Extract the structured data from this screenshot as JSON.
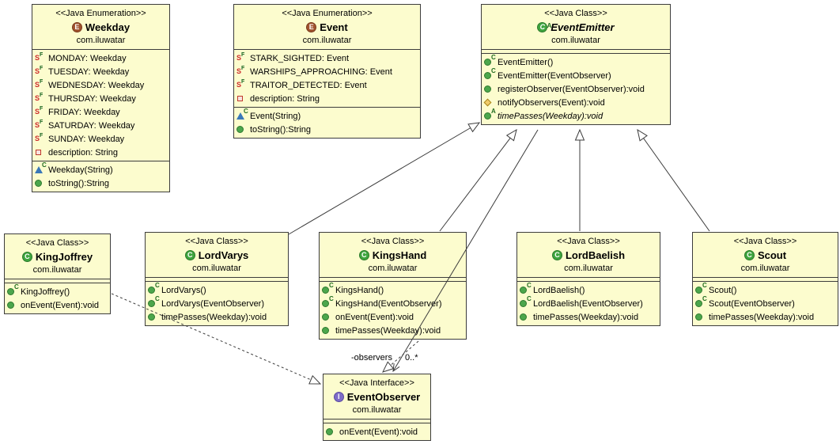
{
  "colors": {
    "box_fill": "#FCFCCE",
    "box_border": "#3c3c3c",
    "class_badge_green": "#3FA53F",
    "enum_badge_brown": "#A0522D",
    "interface_badge_purple": "#7E6BC8",
    "protected_diamond_gold": "#EFCB6B",
    "private_square_red": "#C03A2B",
    "package_triangle_blue": "#3A78B8"
  },
  "labels": {
    "observers_role": "-observers",
    "observers_multiplicity": "0..*"
  },
  "classes": {
    "weekday": {
      "stereotype": "<<Java Enumeration>>",
      "name": "Weekday",
      "package": "com.iluwatar",
      "fields": [
        {
          "icon": "static-final-field",
          "text": "MONDAY: Weekday"
        },
        {
          "icon": "static-final-field",
          "text": "TUESDAY: Weekday"
        },
        {
          "icon": "static-final-field",
          "text": "WEDNESDAY: Weekday"
        },
        {
          "icon": "static-final-field",
          "text": "THURSDAY: Weekday"
        },
        {
          "icon": "static-final-field",
          "text": "FRIDAY: Weekday"
        },
        {
          "icon": "static-final-field",
          "text": "SATURDAY: Weekday"
        },
        {
          "icon": "static-final-field",
          "text": "SUNDAY: Weekday"
        },
        {
          "icon": "private-field",
          "text": "description: String"
        }
      ],
      "methods": [
        {
          "icon": "package-constructor",
          "text": "Weekday(String)"
        },
        {
          "icon": "public-method",
          "text": "toString():String"
        }
      ]
    },
    "event": {
      "stereotype": "<<Java Enumeration>>",
      "name": "Event",
      "package": "com.iluwatar",
      "fields": [
        {
          "icon": "static-final-field",
          "text": "STARK_SIGHTED: Event"
        },
        {
          "icon": "static-final-field",
          "text": "WARSHIPS_APPROACHING: Event"
        },
        {
          "icon": "static-final-field",
          "text": "TRAITOR_DETECTED: Event"
        },
        {
          "icon": "private-field",
          "text": "description: String"
        }
      ],
      "methods": [
        {
          "icon": "package-constructor",
          "text": "Event(String)"
        },
        {
          "icon": "public-method",
          "text": "toString():String"
        }
      ]
    },
    "eventemitter": {
      "stereotype": "<<Java Class>>",
      "name": "EventEmitter",
      "package": "com.iluwatar",
      "methods": [
        {
          "icon": "public-constructor",
          "text": "EventEmitter()"
        },
        {
          "icon": "public-constructor",
          "text": "EventEmitter(EventObserver)"
        },
        {
          "icon": "public-method",
          "text": "registerObserver(EventObserver):void"
        },
        {
          "icon": "protected-method",
          "text": "notifyObservers(Event):void"
        },
        {
          "icon": "abstract-method",
          "text": "timePasses(Weekday):void"
        }
      ]
    },
    "kingjoffrey": {
      "stereotype": "<<Java Class>>",
      "name": "KingJoffrey",
      "package": "com.iluwatar",
      "methods": [
        {
          "icon": "public-constructor",
          "text": "KingJoffrey()"
        },
        {
          "icon": "public-method",
          "text": "onEvent(Event):void"
        }
      ]
    },
    "lordvarys": {
      "stereotype": "<<Java Class>>",
      "name": "LordVarys",
      "package": "com.iluwatar",
      "methods": [
        {
          "icon": "public-constructor",
          "text": "LordVarys()"
        },
        {
          "icon": "public-constructor",
          "text": "LordVarys(EventObserver)"
        },
        {
          "icon": "public-method",
          "text": "timePasses(Weekday):void"
        }
      ]
    },
    "kingshand": {
      "stereotype": "<<Java Class>>",
      "name": "KingsHand",
      "package": "com.iluwatar",
      "methods": [
        {
          "icon": "public-constructor",
          "text": "KingsHand()"
        },
        {
          "icon": "public-constructor",
          "text": "KingsHand(EventObserver)"
        },
        {
          "icon": "public-method",
          "text": "onEvent(Event):void"
        },
        {
          "icon": "public-method",
          "text": "timePasses(Weekday):void"
        }
      ]
    },
    "lordbaelish": {
      "stereotype": "<<Java Class>>",
      "name": "LordBaelish",
      "package": "com.iluwatar",
      "methods": [
        {
          "icon": "public-constructor",
          "text": "LordBaelish()"
        },
        {
          "icon": "public-constructor",
          "text": "LordBaelish(EventObserver)"
        },
        {
          "icon": "public-method",
          "text": "timePasses(Weekday):void"
        }
      ]
    },
    "scout": {
      "stereotype": "<<Java Class>>",
      "name": "Scout",
      "package": "com.iluwatar",
      "methods": [
        {
          "icon": "public-constructor",
          "text": "Scout()"
        },
        {
          "icon": "public-constructor",
          "text": "Scout(EventObserver)"
        },
        {
          "icon": "public-method",
          "text": "timePasses(Weekday):void"
        }
      ]
    },
    "eventobserver": {
      "stereotype": "<<Java Interface>>",
      "name": "EventObserver",
      "package": "com.iluwatar",
      "methods": [
        {
          "icon": "public-method",
          "text": "onEvent(Event):void"
        }
      ]
    }
  },
  "relations": [
    {
      "from": "LordVarys",
      "to": "EventEmitter",
      "type": "generalization"
    },
    {
      "from": "KingsHand",
      "to": "EventEmitter",
      "type": "generalization"
    },
    {
      "from": "LordBaelish",
      "to": "EventEmitter",
      "type": "generalization"
    },
    {
      "from": "Scout",
      "to": "EventEmitter",
      "type": "generalization"
    },
    {
      "from": "KingJoffrey",
      "to": "EventObserver",
      "type": "realization"
    },
    {
      "from": "KingsHand",
      "to": "EventObserver",
      "type": "realization"
    },
    {
      "from": "EventEmitter",
      "to": "EventObserver",
      "type": "association",
      "role": "-observers",
      "multiplicity": "0..*"
    }
  ]
}
